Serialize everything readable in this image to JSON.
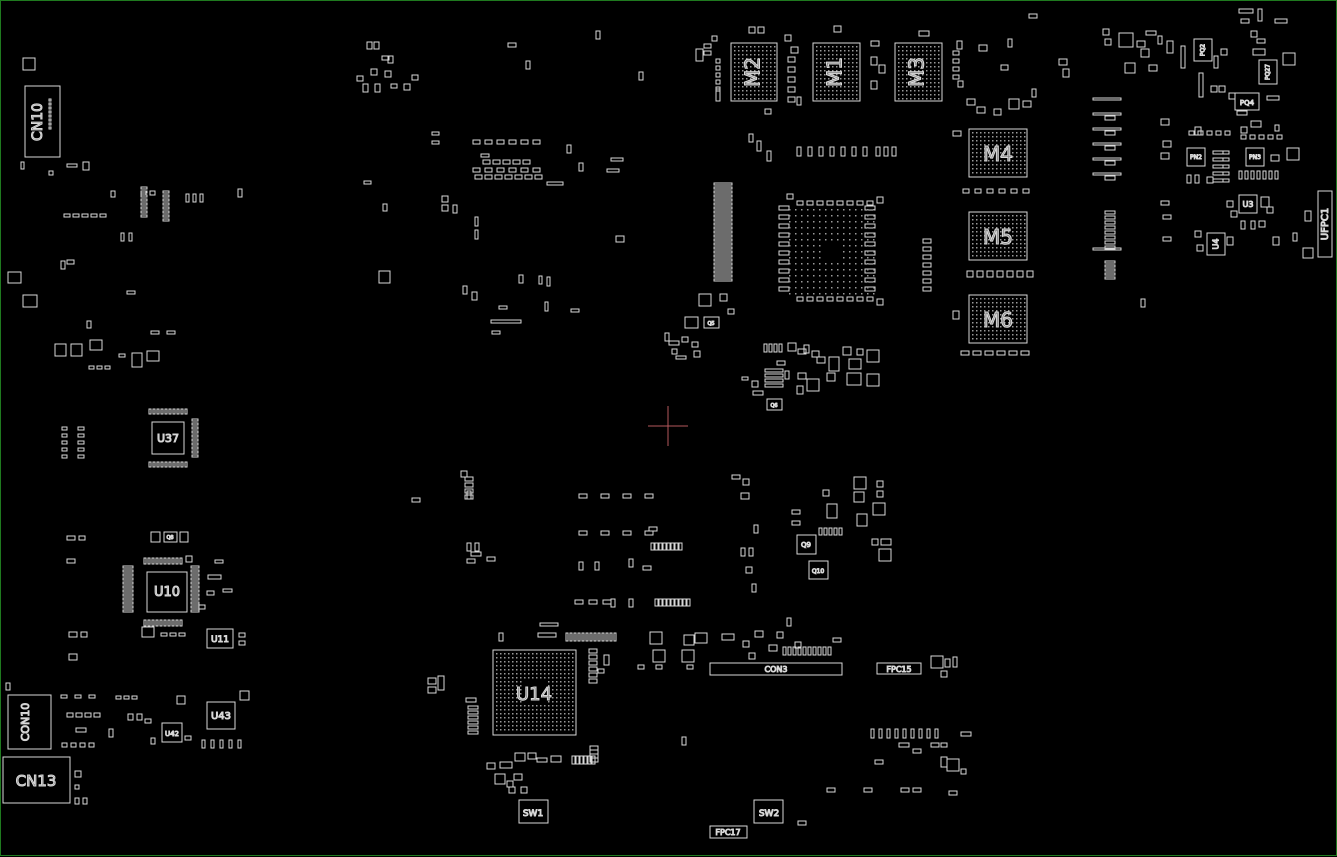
{
  "colors": {
    "background": "#000000",
    "outline": "#d9d9d9",
    "label": "#7f7f7f",
    "border": "#1f7a1f",
    "cursor": "#b5585d"
  },
  "labels": {
    "cn10_top": "CN10",
    "cn10_bottom": "CON10",
    "cn13": "CN13",
    "m1": "M1",
    "m2": "M2",
    "m3": "M3",
    "m4": "M4",
    "m5": "M5",
    "m6": "M6",
    "u37": "U37",
    "u10": "U10",
    "u11": "U11",
    "u43": "U43",
    "u42": "U42",
    "u14": "U14",
    "sw1": "SW1",
    "sw2": "SW2",
    "con3": "CON3",
    "fpc15": "FPC15",
    "fpc17": "FPC17",
    "ufpc1": "UFPC1",
    "u3": "U3",
    "u4": "U4",
    "pq4": "PQ4",
    "pq2": "PQ2",
    "pq27": "PQ27",
    "pn2": "PN2",
    "pn3": "PN3",
    "q9": "Q9",
    "q10": "Q10",
    "q5": "Q5",
    "q6": "Q6",
    "q8": "Q8"
  }
}
